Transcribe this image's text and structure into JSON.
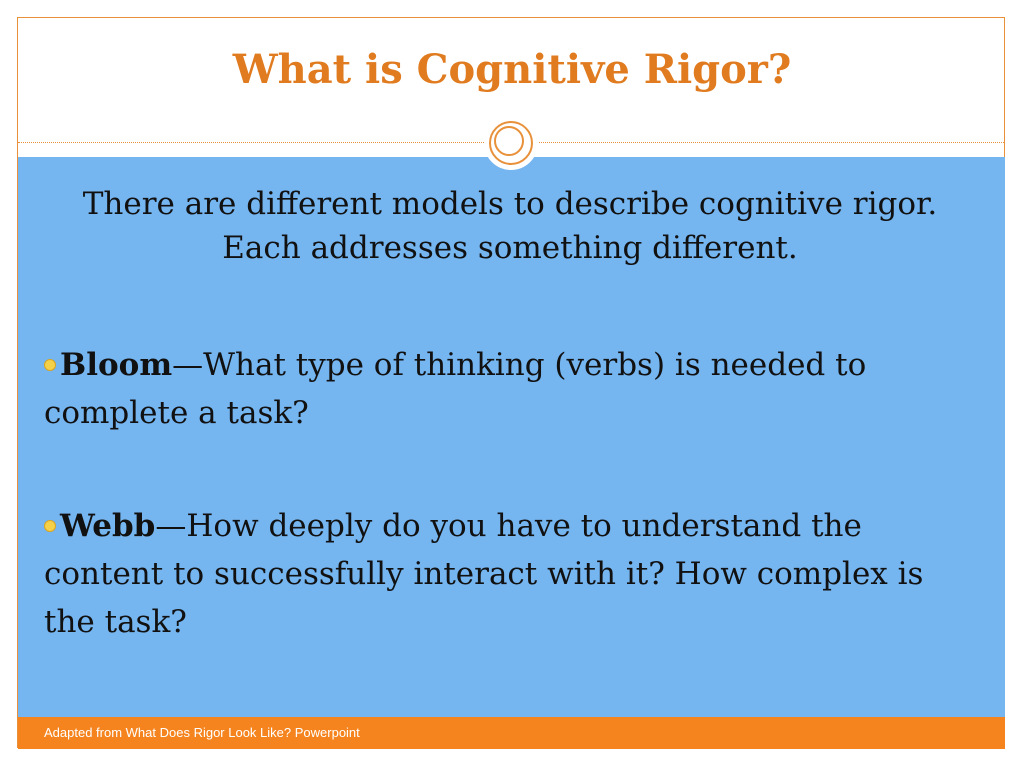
{
  "slide": {
    "title": "What is Cognitive Rigor?",
    "intro": "There are different models to describe cognitive rigor.  Each addresses something different.",
    "bullets": [
      {
        "term": "Bloom",
        "text": "—What type of thinking (verbs) is needed to complete a task?"
      },
      {
        "term": "Webb",
        "text": "—How deeply do you have to understand the content to successfully interact with it?  How complex is the task?"
      }
    ],
    "footer": "Adapted from What Does Rigor Look Like? Powerpoint"
  },
  "colors": {
    "title": "#e07b1f",
    "content_background": "#75b5f0",
    "footer_background": "#f5841f",
    "accent_border": "#e8913a",
    "bullet_dot": "#f5d14a"
  },
  "icons": {
    "ornament": "double-circle-ornament-icon",
    "bullet": "bullet-dot-icon"
  }
}
